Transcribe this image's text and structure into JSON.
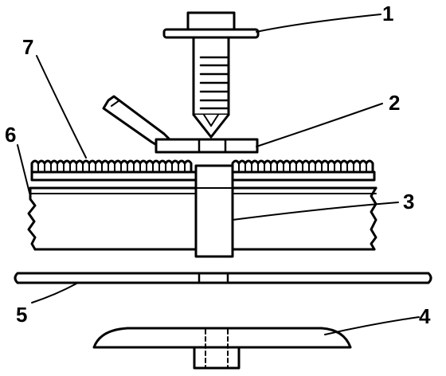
{
  "diagram": {
    "colors": {
      "ink": "#000000",
      "paper": "#ffffff"
    },
    "callouts": [
      {
        "id": "1",
        "label": "1"
      },
      {
        "id": "2",
        "label": "2"
      },
      {
        "id": "3",
        "label": "3"
      },
      {
        "id": "4",
        "label": "4"
      },
      {
        "id": "5",
        "label": "5"
      },
      {
        "id": "6",
        "label": "6"
      },
      {
        "id": "7",
        "label": "7"
      }
    ]
  }
}
